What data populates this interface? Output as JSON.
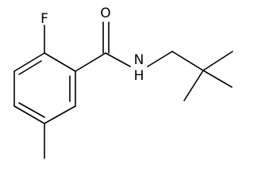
{
  "structure": {
    "atoms": {
      "fluorine": "F",
      "oxygen": "O",
      "nitrogen_hydrogen": "N\nH"
    }
  }
}
